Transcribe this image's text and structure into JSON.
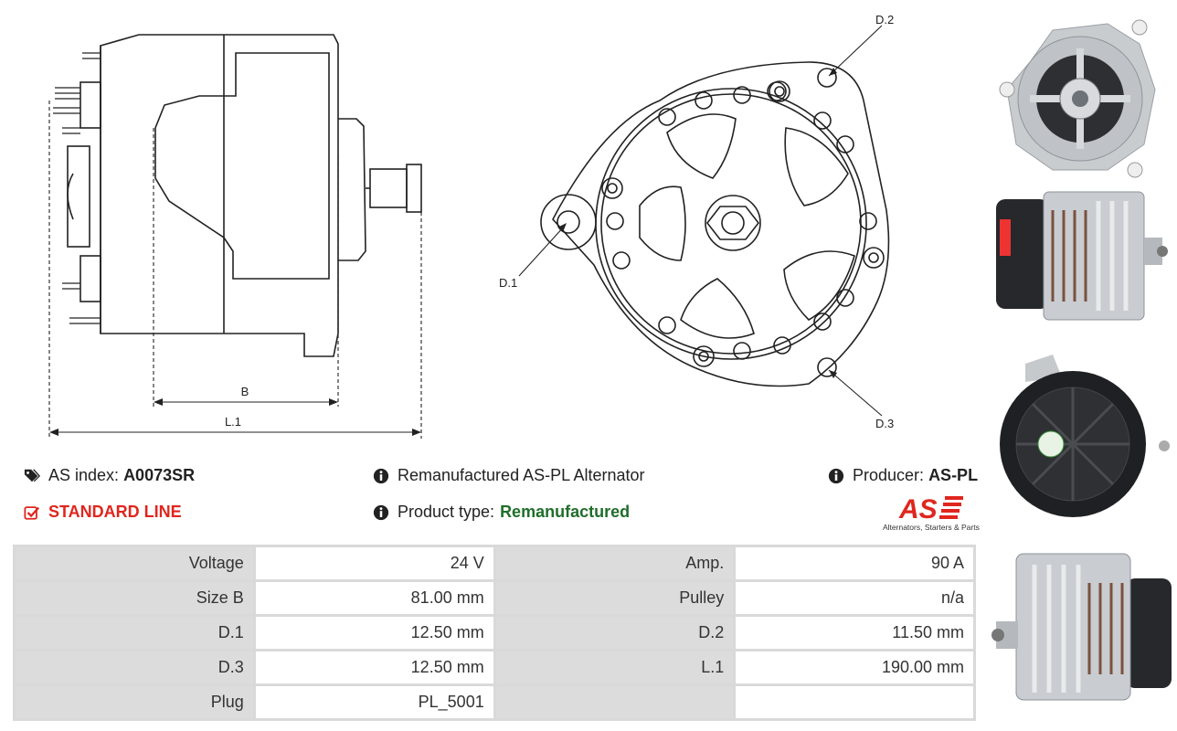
{
  "drawing_labels": {
    "b": "B",
    "l1": "L.1",
    "d1": "D.1",
    "d2": "D.2",
    "d3": "D.3"
  },
  "info": {
    "as_index_label": "AS index:",
    "as_index_value": "A0073SR",
    "standard_line": "STANDARD LINE",
    "title": "Remanufactured AS-PL Alternator",
    "product_type_label": "Product type:",
    "product_type_value": "Remanufactured",
    "producer_label": "Producer:",
    "producer_value": "AS-PL"
  },
  "logo": {
    "text": "AS",
    "tagline": "Alternators, Starters & Parts"
  },
  "specs": [
    {
      "label1": "Voltage",
      "value1": "24 V",
      "label2": "Amp.",
      "value2": "90 A"
    },
    {
      "label1": "Size B",
      "value1": "81.00 mm",
      "label2": "Pulley",
      "value2": "n/a"
    },
    {
      "label1": "D.1",
      "value1": "12.50 mm",
      "label2": "D.2",
      "value2": "11.50 mm"
    },
    {
      "label1": "D.3",
      "value1": "12.50 mm",
      "label2": "L.1",
      "value2": "190.00 mm"
    },
    {
      "label1": "Plug",
      "value1": "PL_5001",
      "label2": "",
      "value2": ""
    }
  ],
  "colors": {
    "red": "#e0261e",
    "green": "#1f6e2a",
    "table_label_bg": "#dcdcdc",
    "table_border": "#d9d9d9"
  },
  "icons": [
    "tags-icon",
    "check-square-icon",
    "info-circle-icon",
    "as-logo"
  ]
}
